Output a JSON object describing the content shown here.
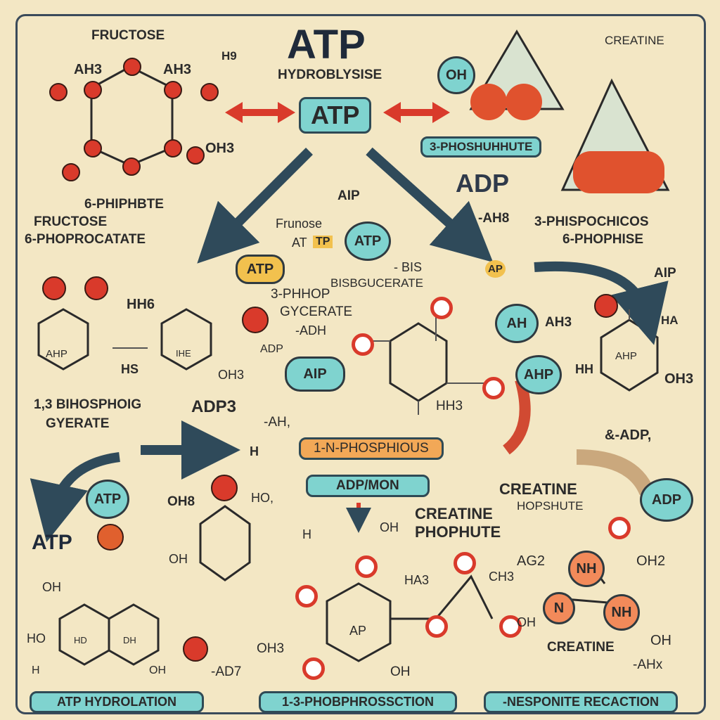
{
  "title": "ATP",
  "subtitle": "HYDROBLYSISE",
  "center_label": "ATP",
  "labels": {
    "fructose_top": "FRUCTOSE",
    "ah3_a": "AH3",
    "ah3_b": "AH3",
    "h9": "H9",
    "oh3_a": "OH3",
    "phiphete": "6-PHIPHBTE",
    "fructose_6": "FRUCTOSE",
    "phosphocatate": "6-PHOPROCATATE",
    "creatine_top": "CREATINE",
    "phoshuhute": "3-PHOSHUHHUTE",
    "adp_right": "ADP",
    "ah8": "-AH8",
    "phisphohicos": "3-PHISPOCHICOS",
    "phophise": "6-PHOPHISE",
    "aip_mid": "AIP",
    "fruose": "Frunose",
    "atp_small": "AT",
    "tp": "TP",
    "bis": "- BIS",
    "bisbgucerate": "BISBGUCERATE",
    "aip_right": "AIP",
    "ap": "AP",
    "hh6": "HH6",
    "phop": "3-PHHOP",
    "gycerate": "GYCERATE",
    "adh": "-ADH",
    "adp_small": "ADP",
    "hs": "HS",
    "oh3_b": "OH3",
    "bihosphoig": "1,3 BIHOSPHOIG",
    "gyerate": "GYERATE",
    "adp_b": "ADP3",
    "ah_mid": "-AH,",
    "h_left": "H",
    "hh3": "HH3",
    "hh_right": "HH",
    "oh3_c": "OH3",
    "ah_right": "AH3",
    "ha": "HA",
    "adp_amp": "&-ADP,",
    "atp_left": "ATP",
    "oh8": "OH8",
    "ho_a": "HO,",
    "h_a": "H",
    "oh_a": "OH",
    "creatine_mid": "CREATINE",
    "hopsute": "HOPSHUTE",
    "creatine_phophute": "CREATINE\nPHOPHUTE",
    "oh_b": "OH",
    "oh_c": "OH",
    "ho_b": "HO",
    "h_b": "H",
    "oh_d": "OH",
    "ha3": "HA3",
    "ch3": "CH3",
    "oh_e": "OH",
    "ag2": "AG2",
    "oh2": "OH2",
    "oh_f": "OH",
    "creatine_bottom": "CREATINE",
    "ahx": "-AHx",
    "oh3_d": "OH3",
    "ad7": "-AD7",
    "oh_g": "OH"
  },
  "nodes": {
    "oh_top": "OH",
    "atp_yellow": "ATP",
    "atp_blue": "ATP",
    "atp_pill": "AIP",
    "ah": "AH",
    "ahp_right": "AHP",
    "atp_left": "ATP",
    "nh_a": "NH",
    "nh_b": "NH",
    "n": "N",
    "adp_right": "ADP",
    "ahp_ring": "AHP",
    "ap_ring": "AP",
    "hd": "HD",
    "dh": "DH",
    "ahp_hex": "AHP",
    "ihe": "IHE"
  },
  "pills": {
    "phosphious": "1-N-PHOSPHIOUS",
    "adp_mon": "ADP/MON"
  },
  "footer": [
    "ATP HYDROLATION",
    "1-3-PHOBPHROSSCTION",
    "-NESPONITE RECACTION"
  ],
  "colors": {
    "background": "#f3e7c4",
    "teal": "#7fd3cf",
    "orange": "#f2a857",
    "red": "#d93a2b",
    "navy": "#2f4a5a"
  }
}
